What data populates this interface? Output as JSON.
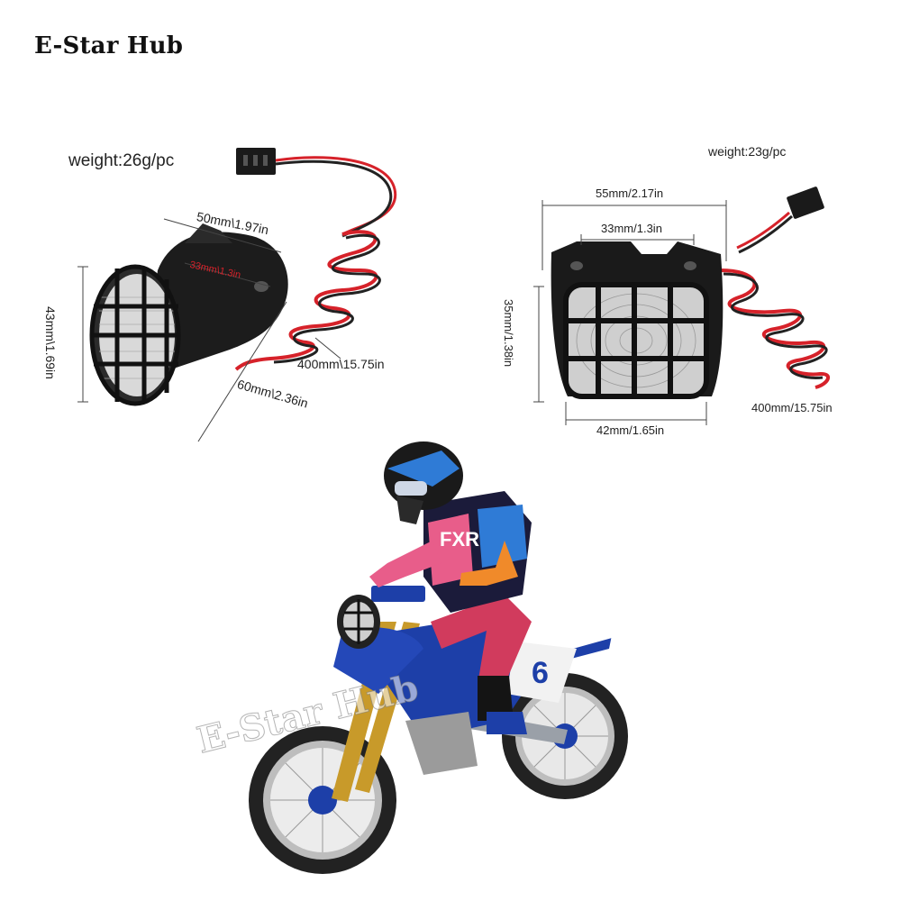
{
  "brand": "E-Star Hub",
  "watermark": "E-Star Hub",
  "light_round": {
    "weight": "weight:26g/pc",
    "width_top": "50mm\\1.97in",
    "inner": "33mm\\1.3in",
    "height": "43mm\\1.69in",
    "depth": "60mm\\2.36in",
    "cable": "400mm\\15.75in"
  },
  "light_square": {
    "weight": "weight:23g/pc",
    "width_outer": "55mm/2.17in",
    "width_inner": "33mm/1.3in",
    "height": "35mm/1.38in",
    "width_bottom": "42mm/1.65in",
    "cable": "400mm/15.75in"
  },
  "colors": {
    "wire_red": "#d6222a",
    "wire_black": "#222222",
    "bike_blue": "#1d3fa8",
    "body_black": "#1a1a1a"
  }
}
